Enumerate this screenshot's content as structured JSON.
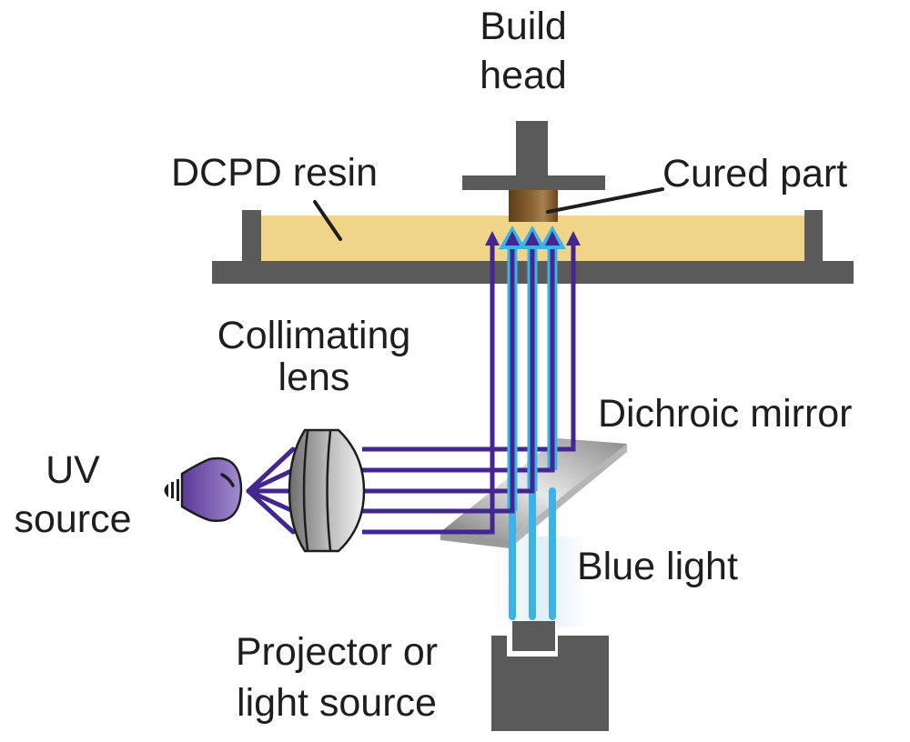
{
  "labels": {
    "build_head": [
      "Build",
      "head"
    ],
    "dcpd_resin": "DCPD resin",
    "cured_part": "Cured part",
    "collimating_lens": [
      "Collimating",
      "lens"
    ],
    "dichroic_mirror": "Dichroic mirror",
    "uv_source": [
      "UV",
      "source"
    ],
    "blue_light": "Blue light",
    "projector": [
      "Projector or",
      "light source"
    ]
  },
  "colors": {
    "frame_gray": "#5a5a5a",
    "resin_yellow": "#f0d588",
    "cured_brown": "#7a5326",
    "uv_purple": "#43268f",
    "blue_light": "#3ab4e8",
    "bulb_purple": "#6a4aa8",
    "text": "#1e1e1e"
  },
  "components": [
    {
      "id": "build-head",
      "label": "Build head"
    },
    {
      "id": "resin-vat",
      "label": "DCPD resin"
    },
    {
      "id": "cured-part",
      "label": "Cured part"
    },
    {
      "id": "uv-bulb",
      "label": "UV source"
    },
    {
      "id": "collimating-lens",
      "label": "Collimating lens"
    },
    {
      "id": "dichroic-mirror",
      "label": "Dichroic mirror"
    },
    {
      "id": "projector",
      "label": "Projector or light source"
    }
  ],
  "beams": {
    "uv_beam_count": 5,
    "blue_beam_count": 3
  }
}
